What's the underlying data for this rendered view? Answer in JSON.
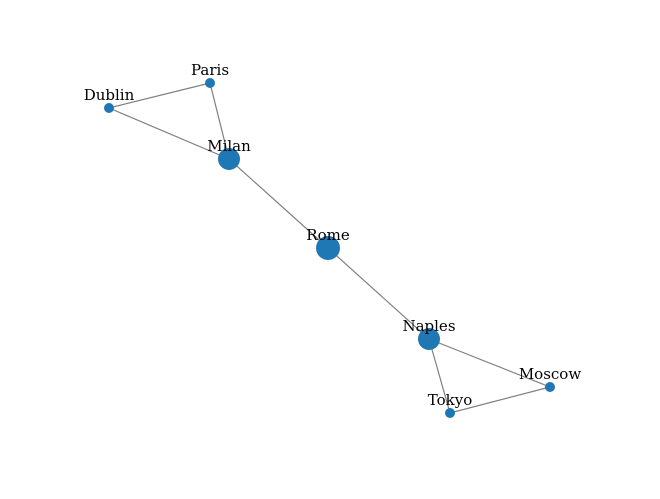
{
  "graph": {
    "node_color": "#1f77b4",
    "edge_color": "#808080",
    "nodes": [
      {
        "id": "Paris",
        "label": "Paris",
        "degree": 2
      },
      {
        "id": "Dublin",
        "label": "Dublin",
        "degree": 2
      },
      {
        "id": "Milan",
        "label": "Milan",
        "degree": 3
      },
      {
        "id": "Rome",
        "label": "Rome",
        "degree": 2
      },
      {
        "id": "Naples",
        "label": "Naples",
        "degree": 3
      },
      {
        "id": "Moscow",
        "label": "Moscow",
        "degree": 2
      },
      {
        "id": "Tokyo",
        "label": "Tokyo",
        "degree": 2
      }
    ],
    "edges": [
      {
        "source": "Paris",
        "target": "Dublin"
      },
      {
        "source": "Paris",
        "target": "Milan"
      },
      {
        "source": "Dublin",
        "target": "Milan"
      },
      {
        "source": "Milan",
        "target": "Rome"
      },
      {
        "source": "Rome",
        "target": "Naples"
      },
      {
        "source": "Naples",
        "target": "Moscow"
      },
      {
        "source": "Naples",
        "target": "Tokyo"
      },
      {
        "source": "Moscow",
        "target": "Tokyo"
      }
    ]
  }
}
